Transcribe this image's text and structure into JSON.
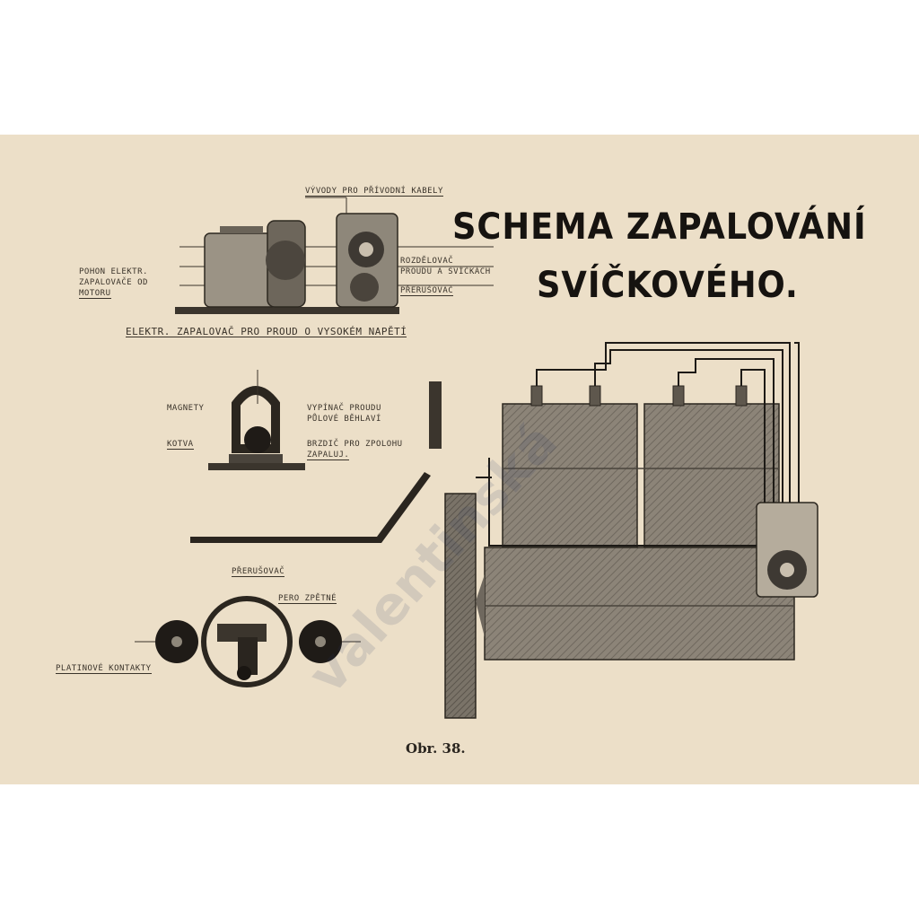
{
  "title": {
    "line1": "SCHEMA ZAPALOVÁNÍ",
    "line2": "SVÍČKOVÉHO."
  },
  "labels": {
    "top_cables": "VÝVODY PRO PŘÍVODNÍ KABELY",
    "drive_left": [
      "POHON ELEKTR.",
      "ZAPALOVAČE OD",
      "MOTORU"
    ],
    "right_top": [
      "ROZDĚLOVAČ",
      "PROUDU A SVÍČKÁCH"
    ],
    "right_bottom": "PŘERUŠOVAČ",
    "under_magneto": "ELEKTR. ZAPALOVAČ PRO PROUD O VYSOKÉM NAPĚTÍ",
    "magnets": "MAGNETY",
    "armature": "KOTVA",
    "switch": [
      "VYPÍNAČ PROUDU",
      "PŮLOVÉ BĚHLAVÍ"
    ],
    "brake": [
      "BRZDIČ PRO ZPOLOHU",
      "ZAPALUJ."
    ],
    "breaker": "PŘERUŠOVAČ",
    "spring": "PERO ZPĚTNÉ",
    "contacts": "PLATINOVÉ KONTAKTY"
  },
  "caption": "Obr. 38.",
  "watermark": "valentinská",
  "colors": {
    "paper": "#ecdfc8",
    "ink": "#1d1a16",
    "engine": "#8a8276",
    "engine_dark": "#5e574d"
  }
}
